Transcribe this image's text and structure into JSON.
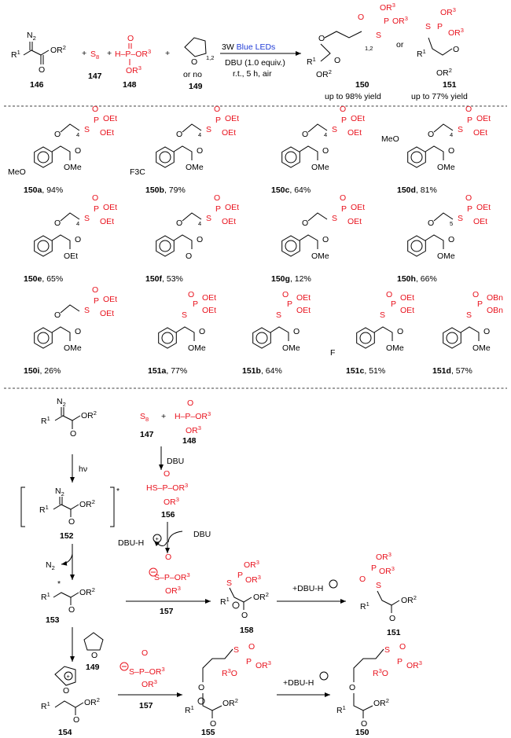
{
  "reaction": {
    "n146": "146",
    "n147": "147",
    "n148": "148",
    "n149": "149",
    "n150": "150",
    "n151": "151",
    "s8": "S",
    "s8_sub": "8",
    "plus": "+",
    "n2": "N",
    "n2_sub": "2",
    "or2": "OR",
    "or2_sup": "2",
    "r1": "R",
    "r1_sup": "1",
    "phos_h": "H–P–OR",
    "r3": "3",
    "or3": "OR",
    "or3_sup": "3",
    "or_no": "or no",
    "ring_sub": "1,2",
    "cond_prefix": "3W ",
    "cond_led": "Blue LEDs",
    "cond_base": "DBU (1.0 equiv.)",
    "cond_time": "r.t., 5 h, air",
    "or_word": "or",
    "yield150": "up to 98% yield",
    "yield151": "up to 77% yield",
    "o": "O",
    "s": "S",
    "p": "P"
  },
  "examples": [
    {
      "label": "150a",
      "yield": ", 94%",
      "sub": "MeO",
      "ester": "OMe",
      "tether": "4"
    },
    {
      "label": "150b",
      "yield": ", 79%",
      "sub": "F3C",
      "ester": "OMe",
      "tether": "4"
    },
    {
      "label": "150c",
      "yield": ", 64%",
      "sub": "",
      "ester": "OMe",
      "tether": "4"
    },
    {
      "label": "150d",
      "yield": ", 81%",
      "sub": "MeO",
      "ester": "OMe",
      "tether": "4"
    },
    {
      "label": "150e",
      "yield": ", 65%",
      "sub": "",
      "ester": "OEt",
      "tether": "4"
    },
    {
      "label": "150f",
      "yield": ", 53%",
      "sub": "",
      "ester": "O",
      "tether": "4"
    },
    {
      "label": "150g",
      "yield": ", 12%",
      "sub": "",
      "ester": "OMe",
      "tether": ""
    },
    {
      "label": "150h",
      "yield": ", 66%",
      "sub": "",
      "ester": "OMe",
      "tether": "5"
    },
    {
      "label": "150i",
      "yield": ", 26%",
      "sub": "",
      "ester": "OMe",
      "tether": ""
    },
    {
      "label": "151a",
      "yield": ", 77%",
      "sub": "",
      "ester": "OMe",
      "tether": ""
    },
    {
      "label": "151b",
      "yield": ", 64%",
      "sub": "",
      "ester": "OMe",
      "tether": ""
    },
    {
      "label": "151c",
      "yield": ", 51%",
      "sub": "F",
      "ester": "OMe",
      "tether": ""
    },
    {
      "label": "151d",
      "yield": ", 57%",
      "sub": "",
      "ester": "OMe",
      "tether": ""
    }
  ],
  "phos": {
    "et": "OEt",
    "bn": "OBn"
  },
  "mechanism": {
    "hv": "hν",
    "dbu": "DBU",
    "dbuh": "DBU-H",
    "plus_dbuh": "+DBU-H",
    "hs": "HS",
    "star": "*",
    "n152": "152",
    "n153": "153",
    "n154": "154",
    "n155": "155",
    "n156": "156",
    "n157": "157",
    "n158": "158",
    "r3o": "R",
    "r3o_sup": "3",
    "r3o_o": "O"
  }
}
